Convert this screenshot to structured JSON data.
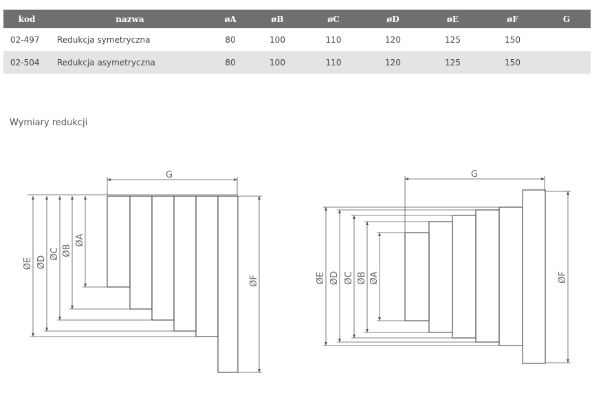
{
  "table": {
    "headers": [
      "kod",
      "nazwa",
      "øA",
      "øB",
      "øC",
      "øD",
      "øE",
      "øF",
      "G"
    ],
    "rows": [
      [
        "02-497",
        "Redukcja symetryczna",
        "80",
        "100",
        "110",
        "120",
        "125",
        "150",
        ""
      ],
      [
        "02-504",
        "Redukcja asymetryczna",
        "80",
        "100",
        "110",
        "120",
        "125",
        "150",
        ""
      ]
    ]
  },
  "section_title": "Wymiary redukcji",
  "drawings": {
    "left": {
      "labels": [
        "G",
        "ØE",
        "ØD",
        "ØC",
        "ØB",
        "ØA",
        "ØF"
      ]
    },
    "right": {
      "labels": [
        "G",
        "ØE",
        "ØD",
        "ØC",
        "ØB",
        "ØA",
        "ØF"
      ]
    }
  },
  "colors": {
    "header_bg": "#6f6f71",
    "header_text": "#ffffff",
    "alt_row_bg": "#e4e4e4",
    "line": "#555555"
  }
}
